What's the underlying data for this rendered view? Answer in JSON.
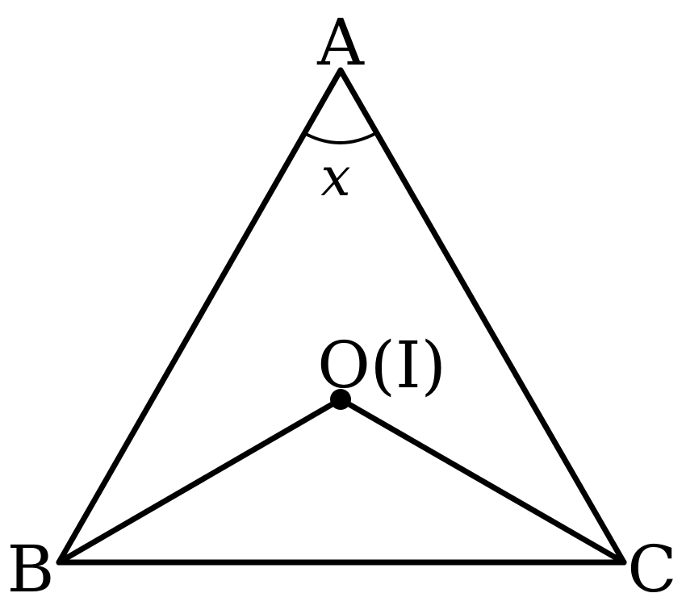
{
  "diagram": {
    "vertices": {
      "a": "A",
      "b": "B",
      "c": "C"
    },
    "center_label": "O(I)",
    "angle_label": "x"
  },
  "colors": {
    "stroke": "#000000",
    "background": "#ffffff"
  }
}
